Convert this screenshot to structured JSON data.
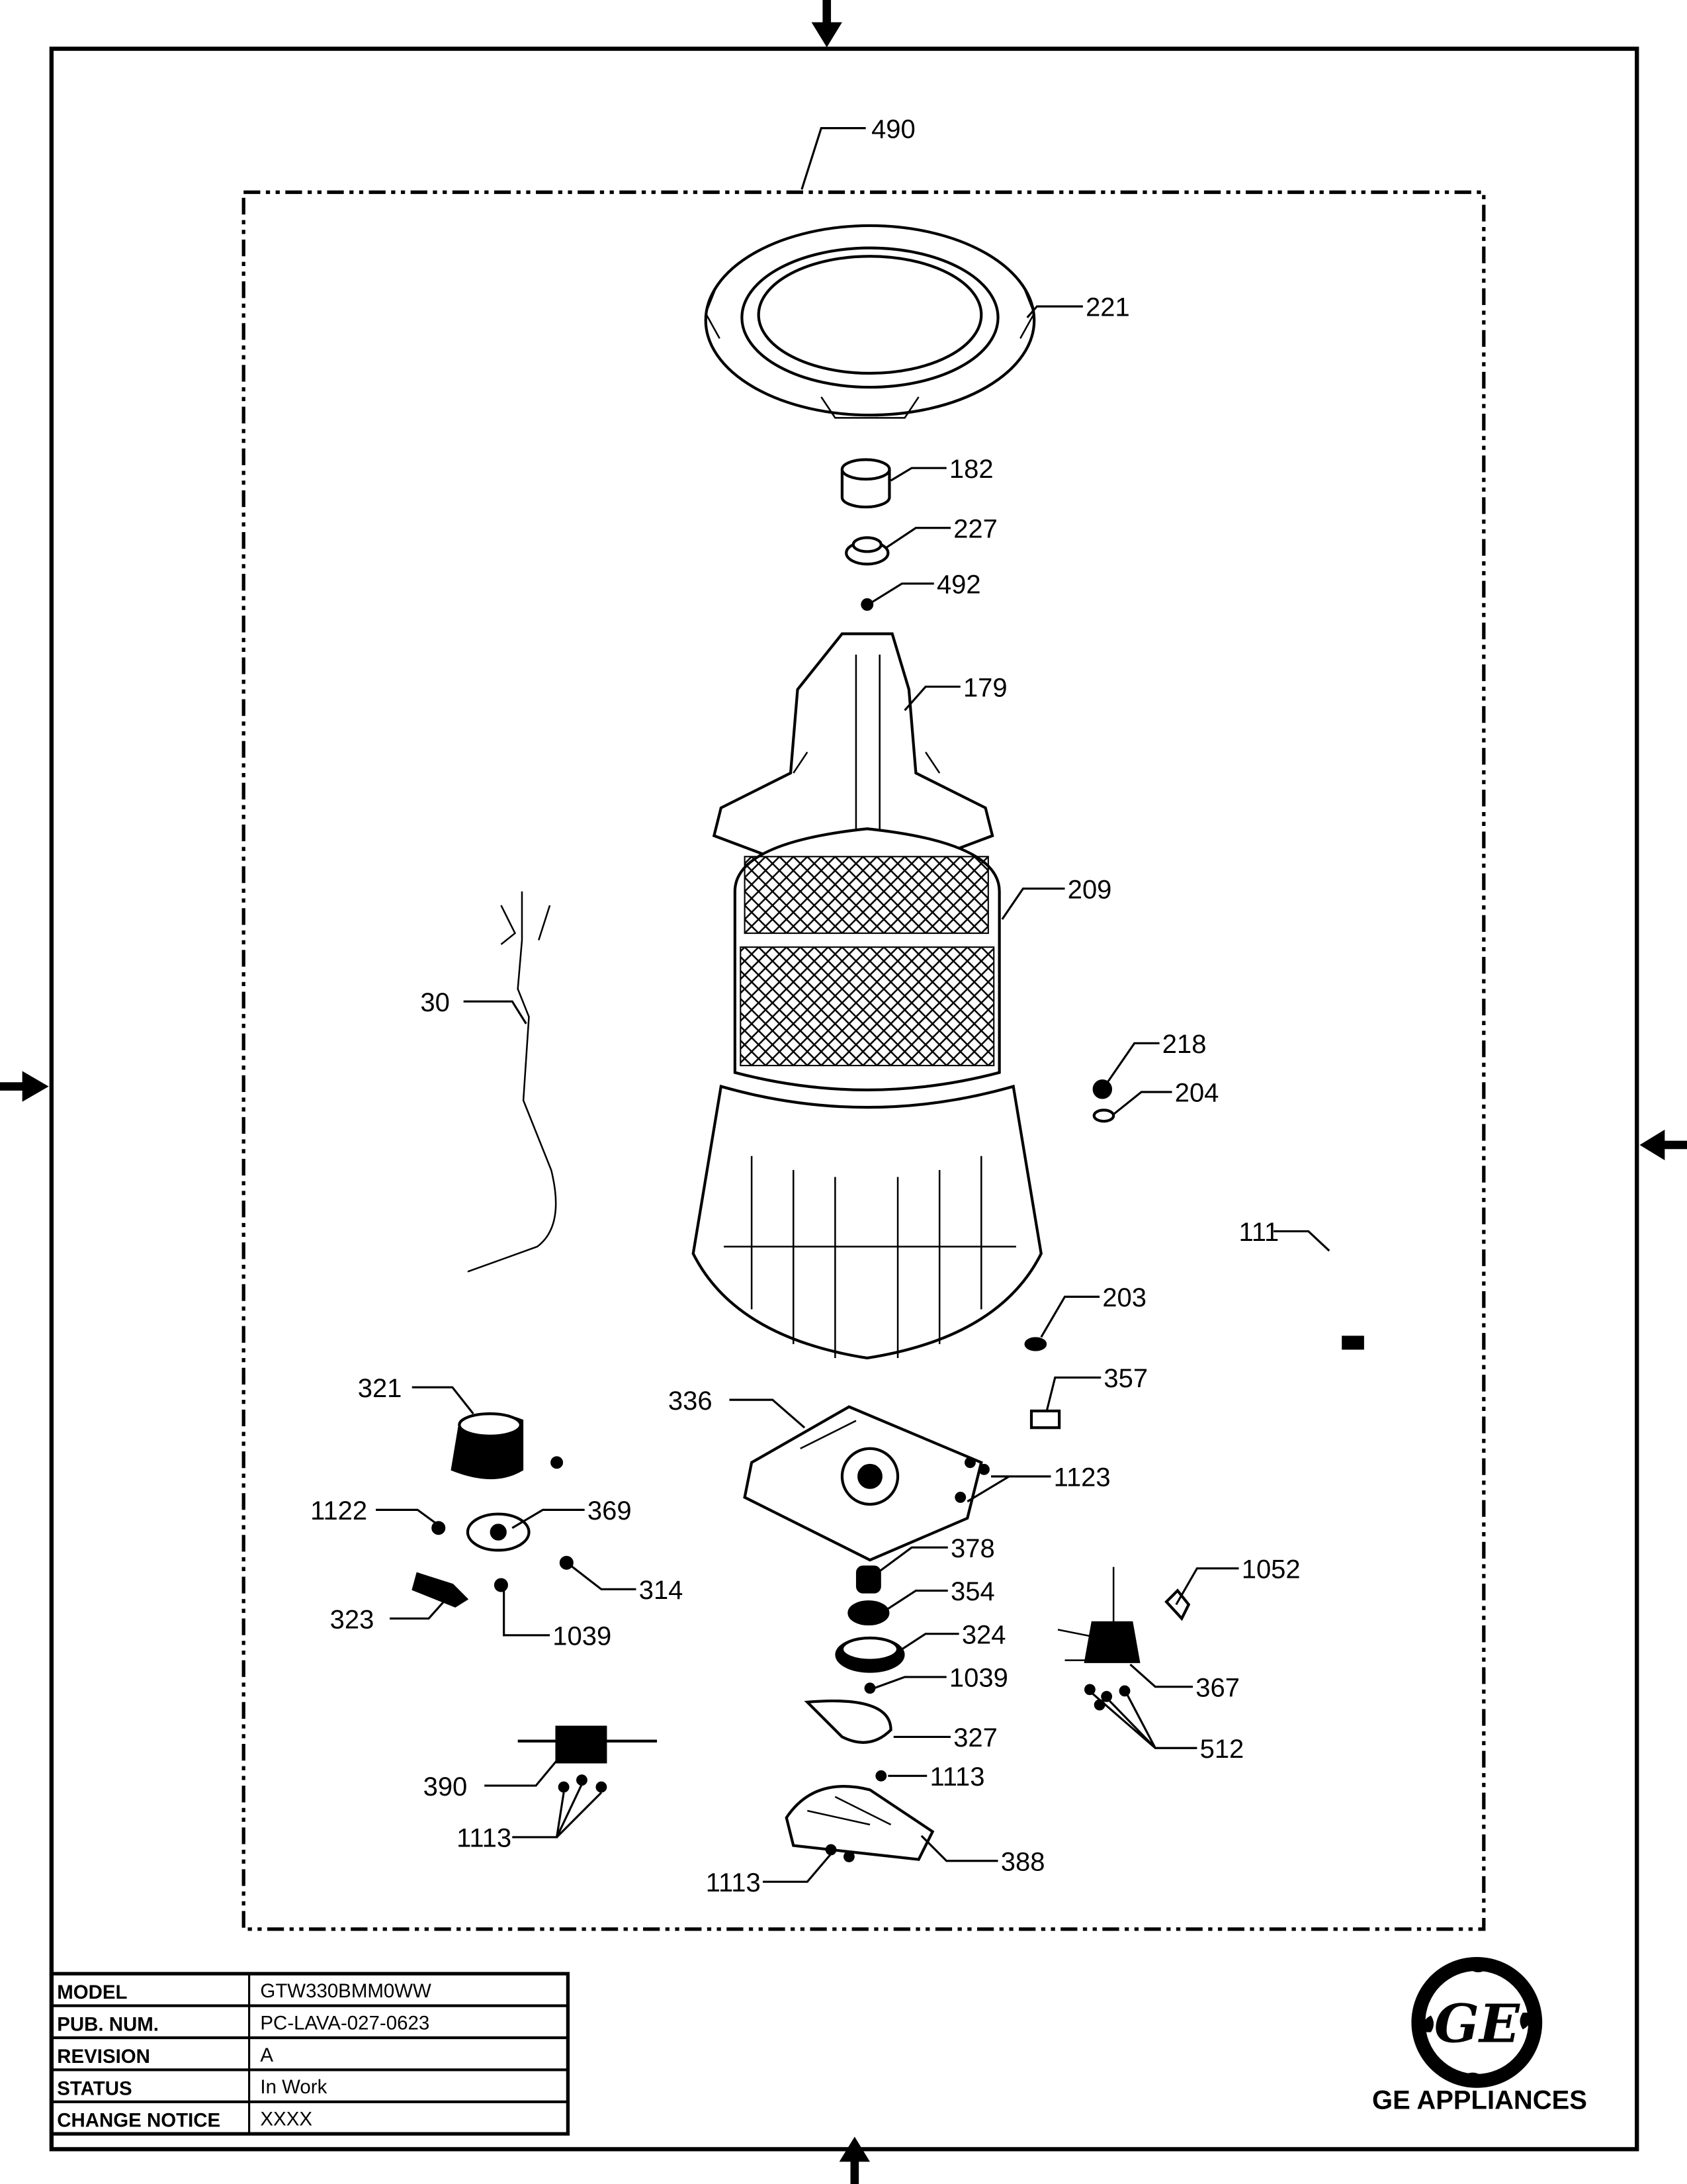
{
  "callouts": {
    "c490": "490",
    "c221": "221",
    "c182": "182",
    "c227": "227",
    "c492": "492",
    "c179": "179",
    "c209": "209",
    "c30": "30",
    "c218": "218",
    "c204": "204",
    "c111": "111",
    "c203": "203",
    "c357": "357",
    "c321": "321",
    "c336": "336",
    "c1123": "1123",
    "c1122": "1122",
    "c369": "369",
    "c378": "378",
    "c314": "314",
    "c354": "354",
    "c323": "323",
    "c1039a": "1039",
    "c324": "324",
    "c1052": "1052",
    "c1039b": "1039",
    "c367": "367",
    "c512": "512",
    "c327": "327",
    "c390": "390",
    "c1113a": "1113",
    "c1113b": "1113",
    "c388": "388",
    "c1113c": "1113"
  },
  "title_block": {
    "rows": [
      {
        "label": "MODEL",
        "value": "GTW330BMM0WW"
      },
      {
        "label": "PUB. NUM.",
        "value": "PC-LAVA-027-0623"
      },
      {
        "label": "REVISION",
        "value": "A"
      },
      {
        "label": "STATUS",
        "value": "In Work"
      },
      {
        "label": "CHANGE NOTICE",
        "value": "XXXX"
      }
    ]
  },
  "brand": {
    "logo_text": "GE",
    "name": "GE APPLIANCES"
  }
}
